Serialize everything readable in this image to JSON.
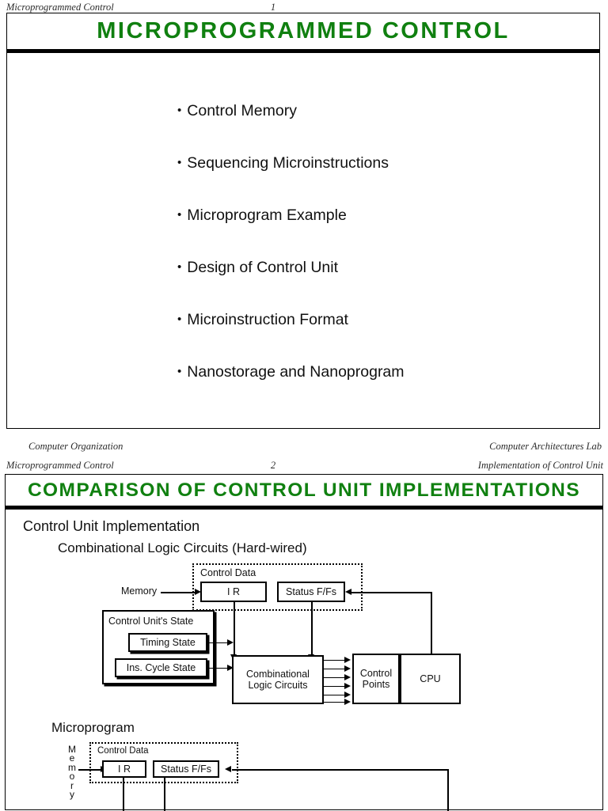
{
  "slide1": {
    "header_left": "Microprogrammed Control",
    "header_page": "1",
    "title": "MICROPROGRAMMED  CONTROL",
    "bullets": [
      "Control Memory",
      "Sequencing Microinstructions",
      "Microprogram Example",
      "Design of Control Unit",
      "Microinstruction Format",
      "Nanostorage and Nanoprogram"
    ],
    "footer_left": "Computer Organization",
    "footer_right": "Computer Architectures Lab",
    "bullet_glyph": "•"
  },
  "slide2": {
    "header_left": "Microprogrammed Control",
    "header_page": "2",
    "header_right": "Implementation of Control Unit",
    "title": "COMPARISON  OF  CONTROL  UNIT  IMPLEMENTATIONS",
    "section_heading": "Control Unit Implementation",
    "subsection_1": "Combinational Logic Circuits (Hard-wired)",
    "subsection_2": "Microprogram",
    "diagram1": {
      "memory_label": "Memory",
      "control_data_label": "Control Data",
      "ir_box": "I R",
      "status_box": "Status F/Fs",
      "cu_state_label": "Control Unit's State",
      "timing_state_box": "Timing State",
      "ins_cycle_box": "Ins. Cycle State",
      "logic_box": "Combinational\nLogic Circuits",
      "logic_box_line1": "Combinational",
      "logic_box_line2": "Logic Circuits",
      "control_points_line1": "Control",
      "control_points_line2": "Points",
      "cpu_box": "CPU"
    },
    "diagram2": {
      "memory_label_vertical": "Memory",
      "control_data_label": "Control Data",
      "ir_box": "I R",
      "status_box": "Status F/Fs"
    }
  },
  "colors": {
    "title_green": "#108010",
    "text_black": "#111111",
    "meta_gray": "#2b2b2b"
  }
}
